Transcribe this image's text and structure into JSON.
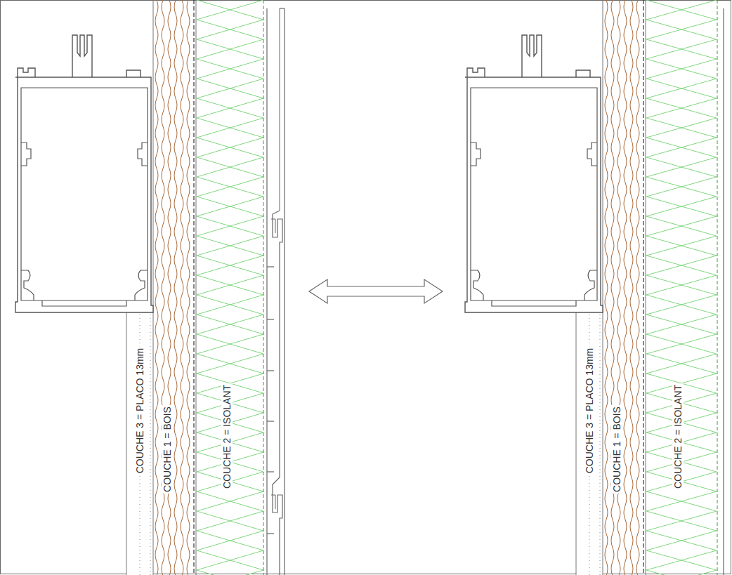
{
  "diagram": {
    "labels": [
      "COUCHE 3 = PLACO 13mm",
      "COUCHE 1 = BOIS",
      "COUCHE 2 = ISOLANT",
      "COUCHE 3 = PLACO 13mm",
      "COUCHE 1 = BOIS",
      "COUCHE 2 = ISOLANT"
    ]
  }
}
